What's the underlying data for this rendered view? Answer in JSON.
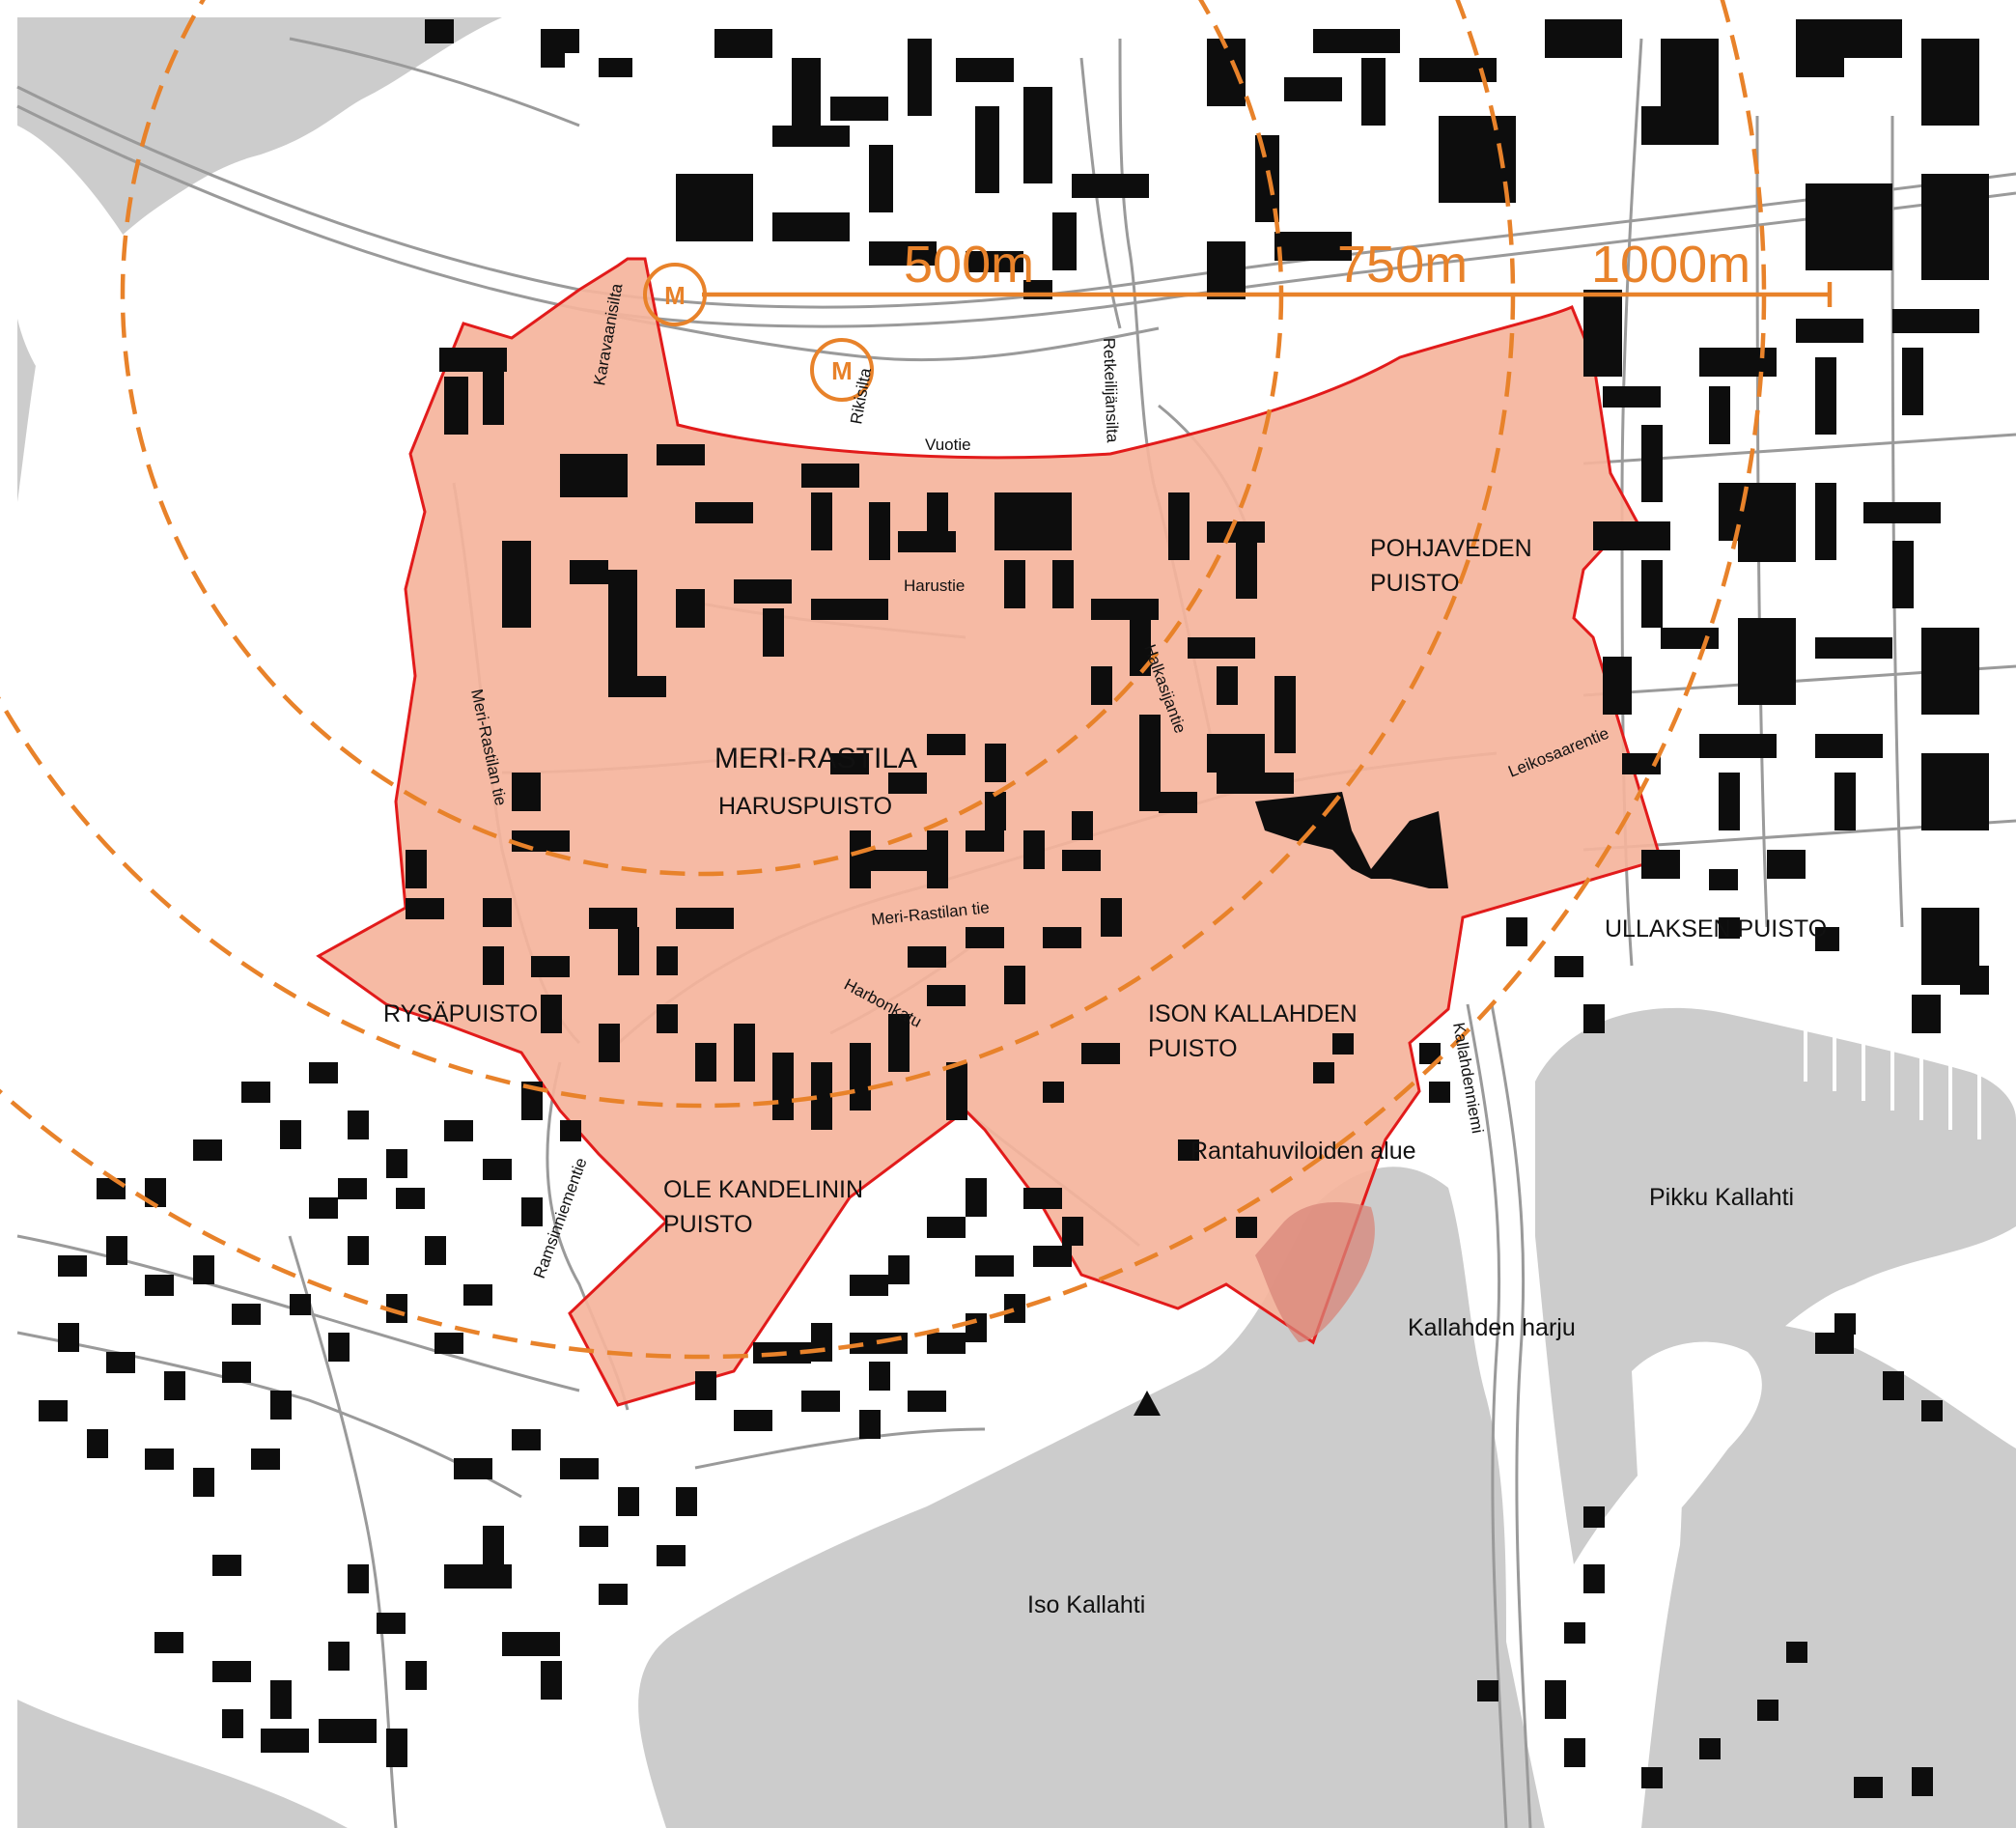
{
  "colors": {
    "land": "#ffffff",
    "water": "#cccccc",
    "buildings": "#0d0d0d",
    "roads": "#9a9a9a",
    "area_fill": "#f5b49c",
    "area_stroke": "#e21b1b",
    "rings": "#e8822a"
  },
  "icons": {
    "metro": "metro-circle-icon",
    "north": "north-triangle-icon"
  },
  "scale": {
    "labels": [
      "500m",
      "750m",
      "1000m"
    ]
  },
  "metro": {
    "symbol": "M"
  },
  "areas": {
    "district": "MERI-RASTILA",
    "haruspuisto": "HARUSPUISTO",
    "pohjaveden": [
      "POHJAVEDEN",
      "PUISTO"
    ],
    "rysapuisto": "RYSÄPUISTO",
    "ison_kallahden": [
      "ISON KALLAHDEN",
      "PUISTO"
    ],
    "ole_kandelinin": [
      "OLE KANDELININ",
      "PUISTO"
    ],
    "ullaksen": "ULLAKSEN PUISTO",
    "rantahuvilat": "Rantahuviloiden alue",
    "kallahden_harju": "Kallahden harju"
  },
  "water": {
    "pikku_kallahti": "Pikku Kallahti",
    "iso_kallahti": "Iso Kallahti"
  },
  "streets": {
    "karavaanisilta": "Karavaanisilta",
    "rikisilta": "Rikisilta",
    "vuotie": "Vuotie",
    "retkeilijanisilta": "Retkeilijänsilta",
    "harustie": "Harustie",
    "halkasijantie": "Halkasijantie",
    "meri_rastilan_tie_v": "Meri-Rastilan tie",
    "meri_rastilan_tie_h": "Meri-Rastilan tie",
    "harbonkatu": "Harbonkatu",
    "leikosaarentie": "Leikosaarentie",
    "kallahdenniemi": "Kallahdenniemi",
    "ramsinniementie": "Ramsinniementie"
  }
}
